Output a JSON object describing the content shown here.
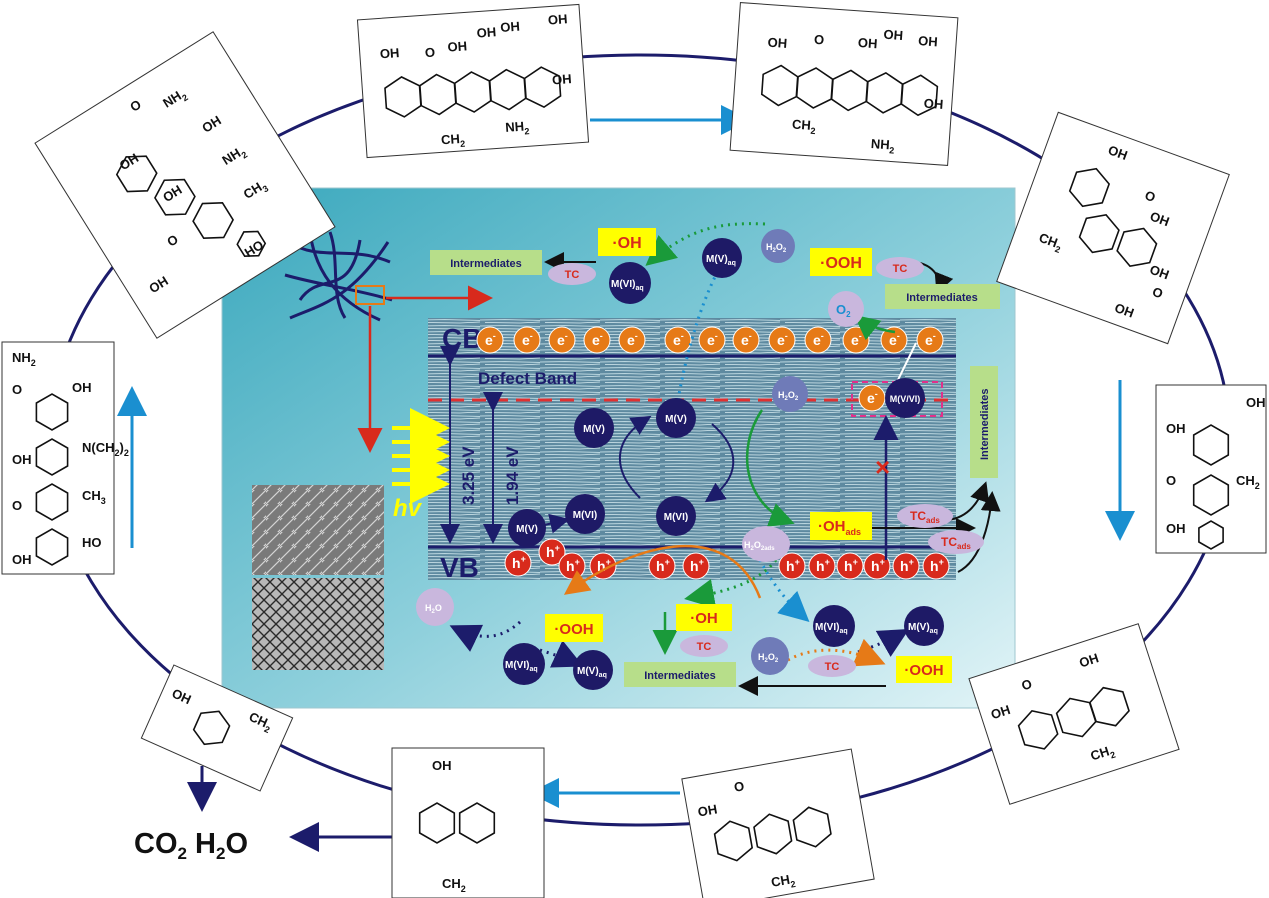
{
  "products": {
    "main": "CO",
    "sub": "2",
    "tail": " H",
    "sub2": "2",
    "tail2": "O"
  },
  "bands": {
    "cb": "CB",
    "vb": "VB",
    "defect": "Defect Band",
    "gap_total": "3.25 eV",
    "gap_defect": "1.94 eV",
    "light": "hv"
  },
  "carriers": {
    "electron": "e",
    "hole": "h",
    "minus": "-",
    "plus": "+"
  },
  "species": {
    "oh": "·OH",
    "ooh": "·OOH",
    "oh_ads": "·OH",
    "ads": "ads",
    "h2o2_main": "H",
    "h2o2_sub1": "2",
    "h2o2_mid": "O",
    "h2o2_sub2": "2",
    "h2o2_ads": "ads",
    "h2o_main": "H",
    "h2o_sub": "2",
    "h2o_tail": "O",
    "o2_main": "O",
    "o2_sub": "2",
    "tc": "TC",
    "tc_ads": "TC",
    "intermediates": "Intermediates",
    "cross": "×"
  },
  "metals": {
    "m5": "M(V)",
    "m6": "M(VI)",
    "m56": "M(V/VI)",
    "m5aq": "M(V)",
    "m6aq": "M(VI)",
    "aq": "aq"
  },
  "molecule_labels": {
    "oh": "OH",
    "nh2": "NH",
    "sub2": "2",
    "ch2": "CH",
    "ch3": "CH",
    "sub3": "3",
    "ho": "HO",
    "o": "O",
    "nch3": "N(CH",
    "nch3_tail": ")",
    "nch3_sub": "2"
  },
  "colors": {
    "panel_dark": "#3aa8bd",
    "panel_light": "#d9f0f5",
    "navy": "#1c1c6b",
    "electron": "#e67a17",
    "hole": "#d82a1c",
    "metal": "#1e1a66",
    "h2o2": "#6f7bb8",
    "lilac": "#c9b7dd",
    "yellow": "#ffff00",
    "green_box": "#b7de8a",
    "blue_arrow": "#1a8fd0",
    "red_arrow": "#d82a1c",
    "green_arrow": "#1a9a3a",
    "orange_arrow": "#e67a17"
  }
}
